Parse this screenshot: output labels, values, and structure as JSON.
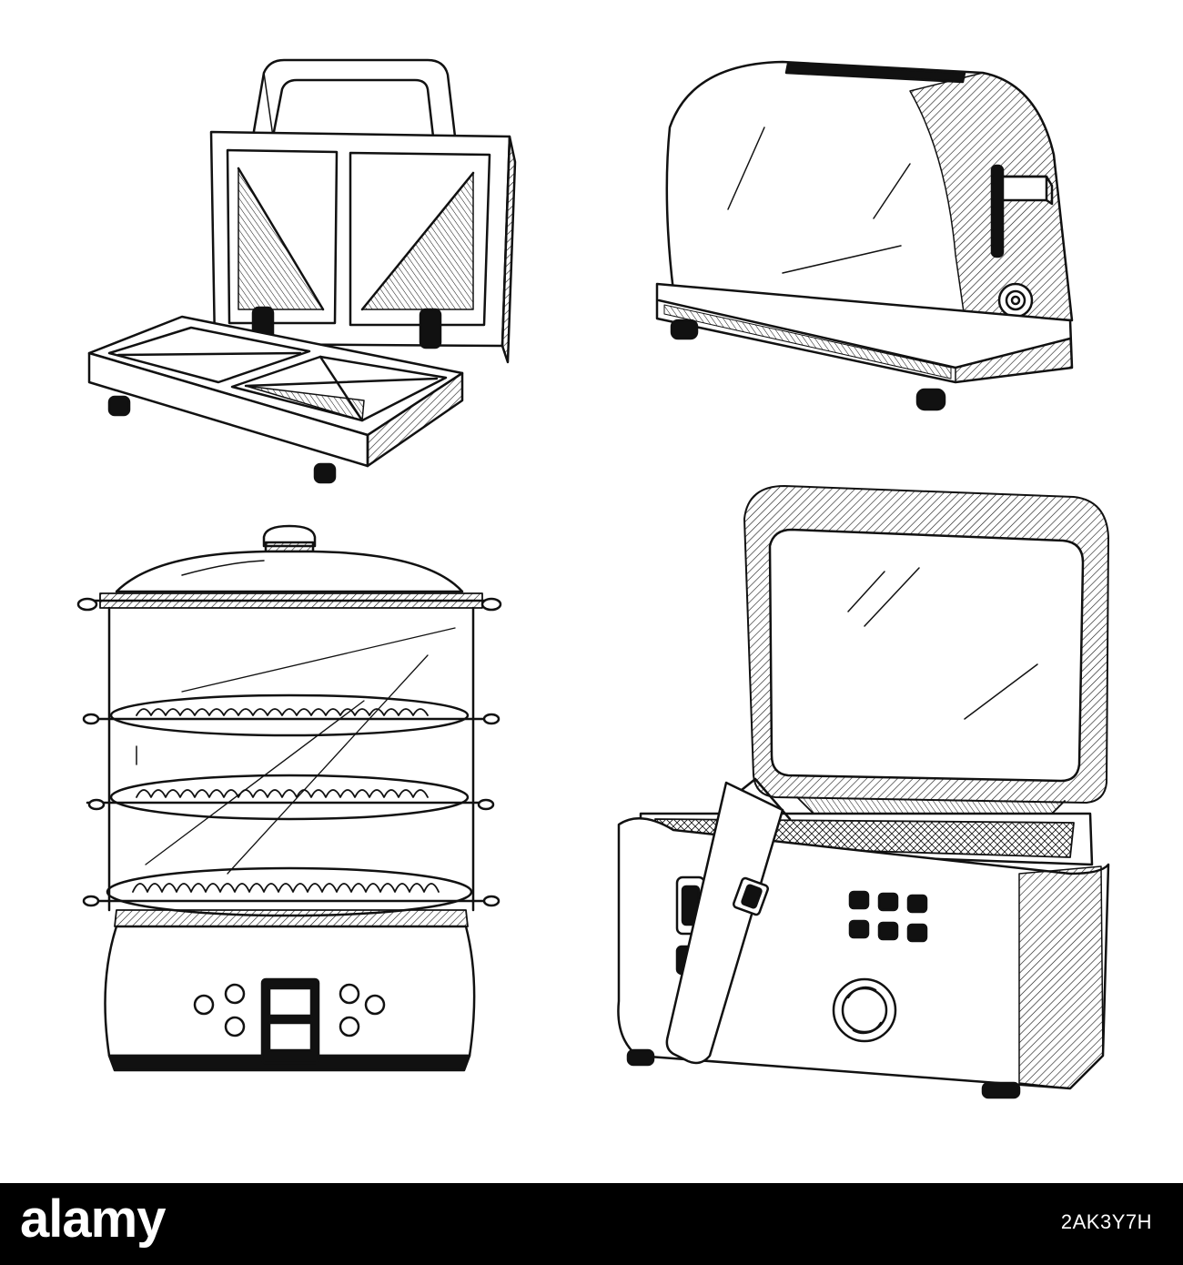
{
  "footer": {
    "logo": "alamy",
    "image_id": "2AK3Y7H"
  },
  "illustrations": [
    {
      "name": "sandwich-maker",
      "description_icon": "sandwich-maker-sketch"
    },
    {
      "name": "toaster",
      "description_icon": "toaster-sketch"
    },
    {
      "name": "food-steamer",
      "description_icon": "food-steamer-sketch"
    },
    {
      "name": "deep-fryer",
      "description_icon": "deep-fryer-sketch"
    }
  ],
  "colors": {
    "ink": "#111111",
    "background": "#ffffff",
    "footer": "#000000"
  }
}
